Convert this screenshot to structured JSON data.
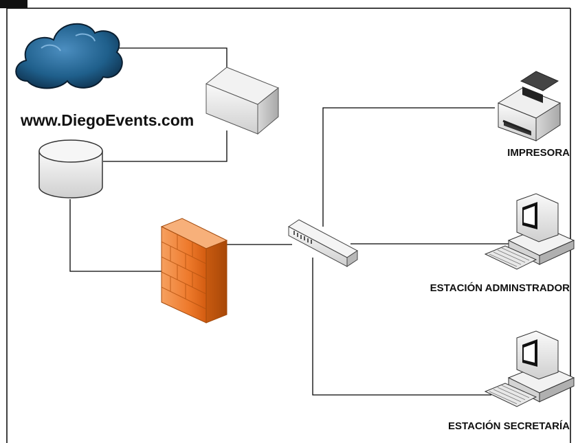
{
  "diagram": {
    "website_label": "www.DiegoEvents.com",
    "printer_label": "IMPRESORA",
    "admin_station_label": "ESTACIÓN ADMINSTRADOR",
    "secretary_station_label": "ESTACIÓN SECRETARÍA"
  },
  "icons": {
    "cloud": "cloud-icon",
    "server": "server-icon",
    "database": "database-icon",
    "firewall": "firewall-icon",
    "switch": "network-switch-icon",
    "printer": "printer-icon",
    "workstation": "workstation-icon"
  },
  "colors": {
    "cloud": "#1f5f8b",
    "firewall": "#f08a3a",
    "line": "#000000"
  }
}
